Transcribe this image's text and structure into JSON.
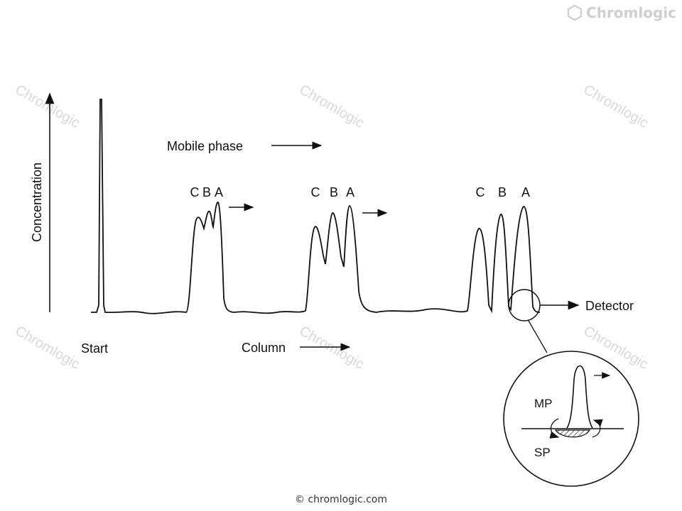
{
  "brand": {
    "name": "Chromlogic",
    "icon": "hexagon-icon"
  },
  "watermark": {
    "text": "Chromlogic"
  },
  "labels": {
    "y_axis": "Concentration",
    "mobile_phase": "Mobile phase",
    "start": "Start",
    "column": "Column",
    "detector": "Detector",
    "mp": "MP",
    "sp": "SP"
  },
  "peak_groups": [
    {
      "labels": [
        "C",
        "B",
        "A"
      ]
    },
    {
      "labels": [
        "C",
        "B",
        "A"
      ]
    },
    {
      "labels": [
        "C",
        "B",
        "A"
      ]
    }
  ],
  "footer": {
    "copyright": "© chromlogic.com"
  }
}
